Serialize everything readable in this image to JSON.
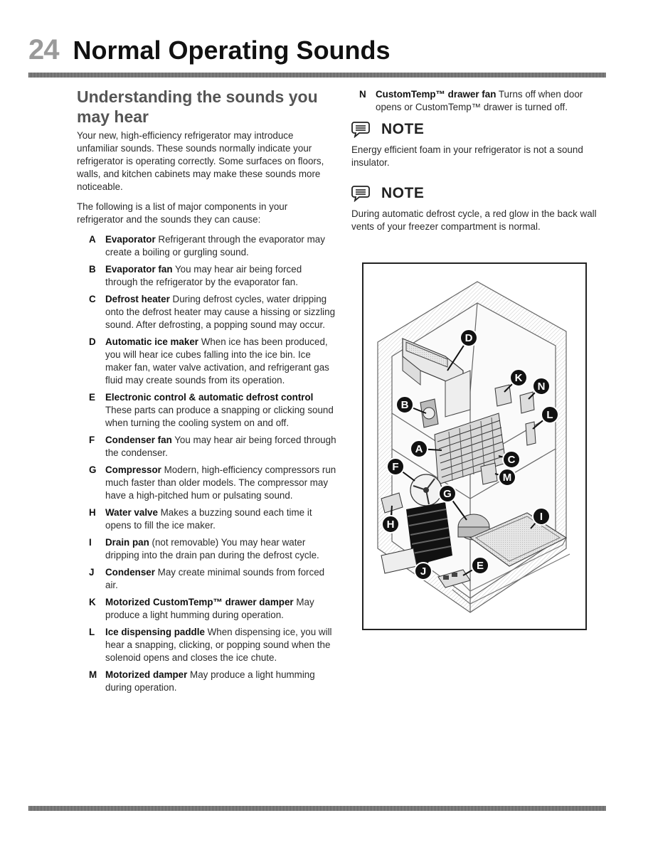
{
  "header": {
    "page_number": "24",
    "title": "Normal Operating Sounds"
  },
  "left": {
    "heading": "Understanding the sounds you may hear",
    "intro": "Your new, high-efficiency refrigerator may introduce unfamiliar sounds. These sounds normally indicate your refrigerator is operating correctly. Some surfaces on floors, walls, and kitchen cabinets may make these sounds more noticeable.",
    "list_intro": "The following is a list of major components in your refrigerator and the sounds they can cause:",
    "items": [
      {
        "letter": "A",
        "term": "Evaporator",
        "text": " Refrigerant through the evaporator may create a boiling or gurgling sound."
      },
      {
        "letter": "B",
        "term": "Evaporator fan",
        "text": " You may hear air being forced through the refrigerator by the evaporator fan."
      },
      {
        "letter": "C",
        "term": "Defrost heater",
        "text": " During defrost cycles, water dripping onto the defrost heater may cause a hissing or sizzling sound. After defrosting, a popping sound may occur."
      },
      {
        "letter": "D",
        "term": "Automatic ice maker",
        "text": " When ice has been produced, you will hear ice cubes falling into the ice bin. Ice maker fan, water valve activation, and refrigerant gas fluid may create sounds from its operation."
      },
      {
        "letter": "E",
        "term": "Electronic control & automatic defrost control",
        "text": " These parts can produce a snapping or clicking sound when turning the cooling system on and off."
      },
      {
        "letter": "F",
        "term": "Condenser fan",
        "text": " You may hear air being forced through the condenser."
      },
      {
        "letter": "G",
        "term": "Compressor",
        "text": " Modern, high-efficiency compressors run much faster than older models. The compressor may have a high-pitched hum or pulsating sound."
      },
      {
        "letter": "H",
        "term": "Water valve",
        "text": " Makes a buzzing sound each time it opens to fill the ice maker."
      },
      {
        "letter": "I",
        "term": "Drain pan",
        "text": " (not removable) You may hear water dripping into the drain pan during the defrost cycle."
      },
      {
        "letter": "J",
        "term": "Condenser",
        "text": "  May create minimal sounds from forced air."
      },
      {
        "letter": "K",
        "term": "Motorized CustomTemp™ drawer damper",
        "text": " May produce a light humming during operation."
      },
      {
        "letter": "L",
        "term": "Ice dispensing paddle",
        "text": "  When dispensing ice, you will hear a snapping, clicking, or popping sound when the solenoid opens and closes the ice chute."
      },
      {
        "letter": "M",
        "term": "Motorized damper",
        "text": "  May produce a light humming during operation."
      }
    ]
  },
  "right": {
    "item_n": {
      "letter": "N",
      "term": "CustomTemp™ drawer fan",
      "text": "  Turns off when door opens or CustomTemp™ drawer is turned off."
    },
    "note1": {
      "label": "NOTE",
      "text": "Energy efficient foam in your refrigerator is not a sound insulator."
    },
    "note2": {
      "label": "NOTE",
      "text": "During automatic defrost cycle, a red glow in the back wall vents of your freezer compartment is normal."
    }
  },
  "diagram": {
    "callouts": [
      "A",
      "B",
      "C",
      "D",
      "E",
      "F",
      "G",
      "H",
      "I",
      "J",
      "K",
      "L",
      "M",
      "N"
    ]
  },
  "colors": {
    "heading_gray": "#555555",
    "page_number_gray": "#9a9a9a",
    "callout_fill": "#111111"
  }
}
